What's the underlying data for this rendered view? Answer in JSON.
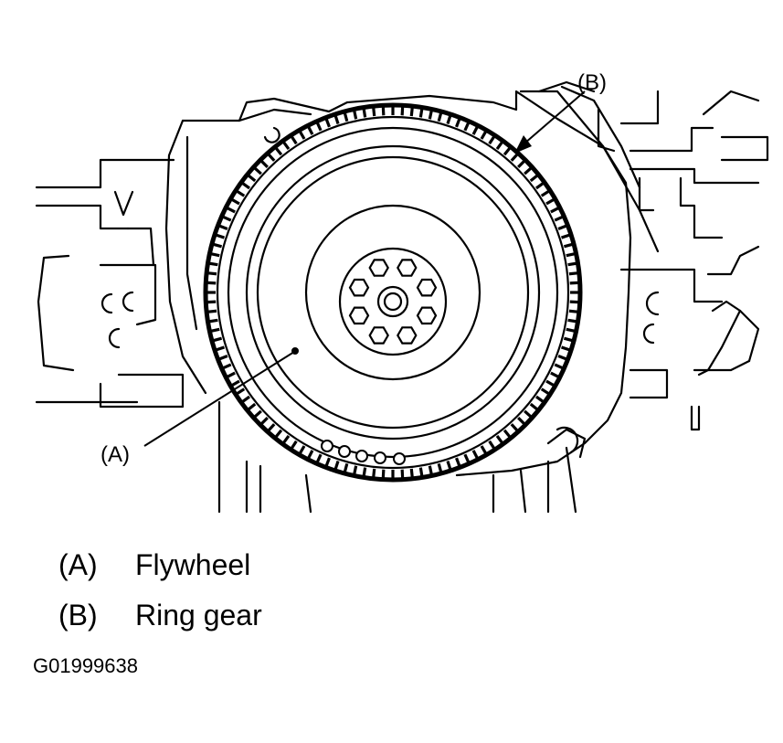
{
  "callouts": {
    "a": "(A)",
    "b": "(B)"
  },
  "legend": [
    {
      "key": "(A)",
      "label": "Flywheel"
    },
    {
      "key": "(B)",
      "label": "Ring gear"
    }
  ],
  "figure_id": "G01999638"
}
